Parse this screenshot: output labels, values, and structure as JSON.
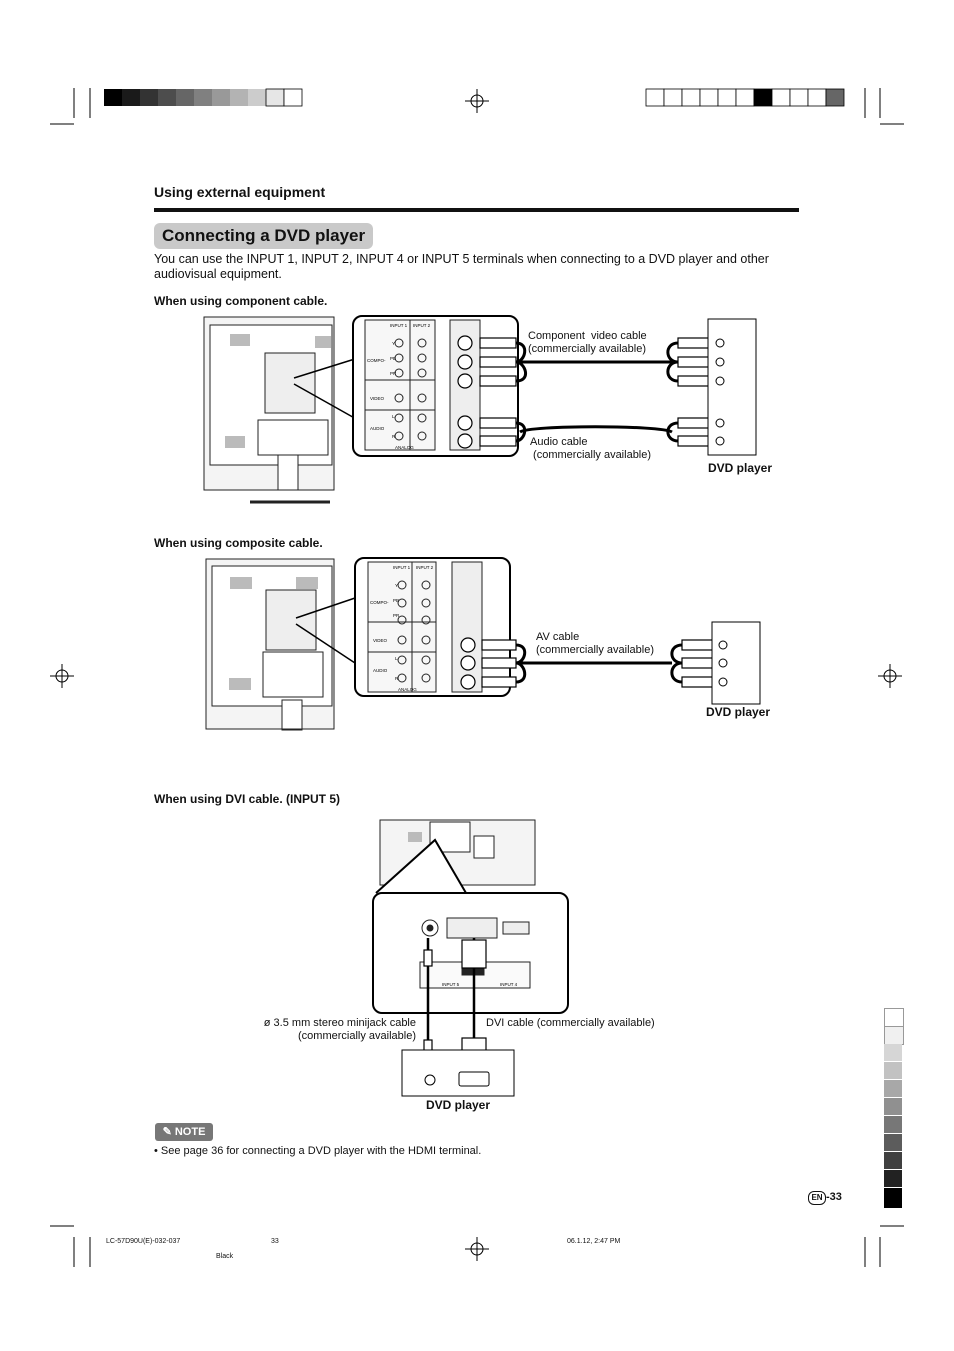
{
  "section_header": "Using external equipment",
  "title": "Connecting a DVD player",
  "intro": "You can use the INPUT 1, INPUT 2, INPUT 4 or INPUT 5 terminals when connecting to a DVD player and other audiovisual equipment.",
  "component": {
    "heading": "When using component cable.",
    "video_cable_label": "Component  video cable\n(commercially available)",
    "audio_cable_label": "Audio cable\n (commercially available)",
    "device_label": "DVD player",
    "panel_labels": [
      "INPUT 1",
      "INPUT 2",
      "Y",
      "PB",
      "PR",
      "COMPO-\nNENT",
      "VIDEO",
      "AUDIO",
      "L",
      "R",
      "ANALOG"
    ]
  },
  "composite": {
    "heading": "When using composite cable.",
    "av_cable_label": "AV cable\n(commercially available)",
    "device_label": "DVD player"
  },
  "dvi": {
    "heading": "When using DVI cable. (INPUT 5)",
    "minijack_label": "ø 3.5 mm stereo minijack cable\n(commercially available)",
    "dvi_cable_label": "DVI cable (commercially available)",
    "device_label": "DVD player",
    "panel_labels": [
      "INPUT 5",
      "INPUT 4"
    ]
  },
  "note": {
    "badge": "NOTE",
    "bullet": "See page 36 for connecting a DVD player with the HDMI terminal."
  },
  "page": {
    "lang_badge": "EN",
    "number": "-33"
  },
  "footer": {
    "model": "LC-57D90U(E)-032-037",
    "page": "33",
    "timestamp": "06.1.12, 2:47 PM",
    "color": "Black"
  },
  "colors": {
    "pill": "#c9c9c9",
    "ink": "#111111",
    "note_badge": "#777777"
  }
}
